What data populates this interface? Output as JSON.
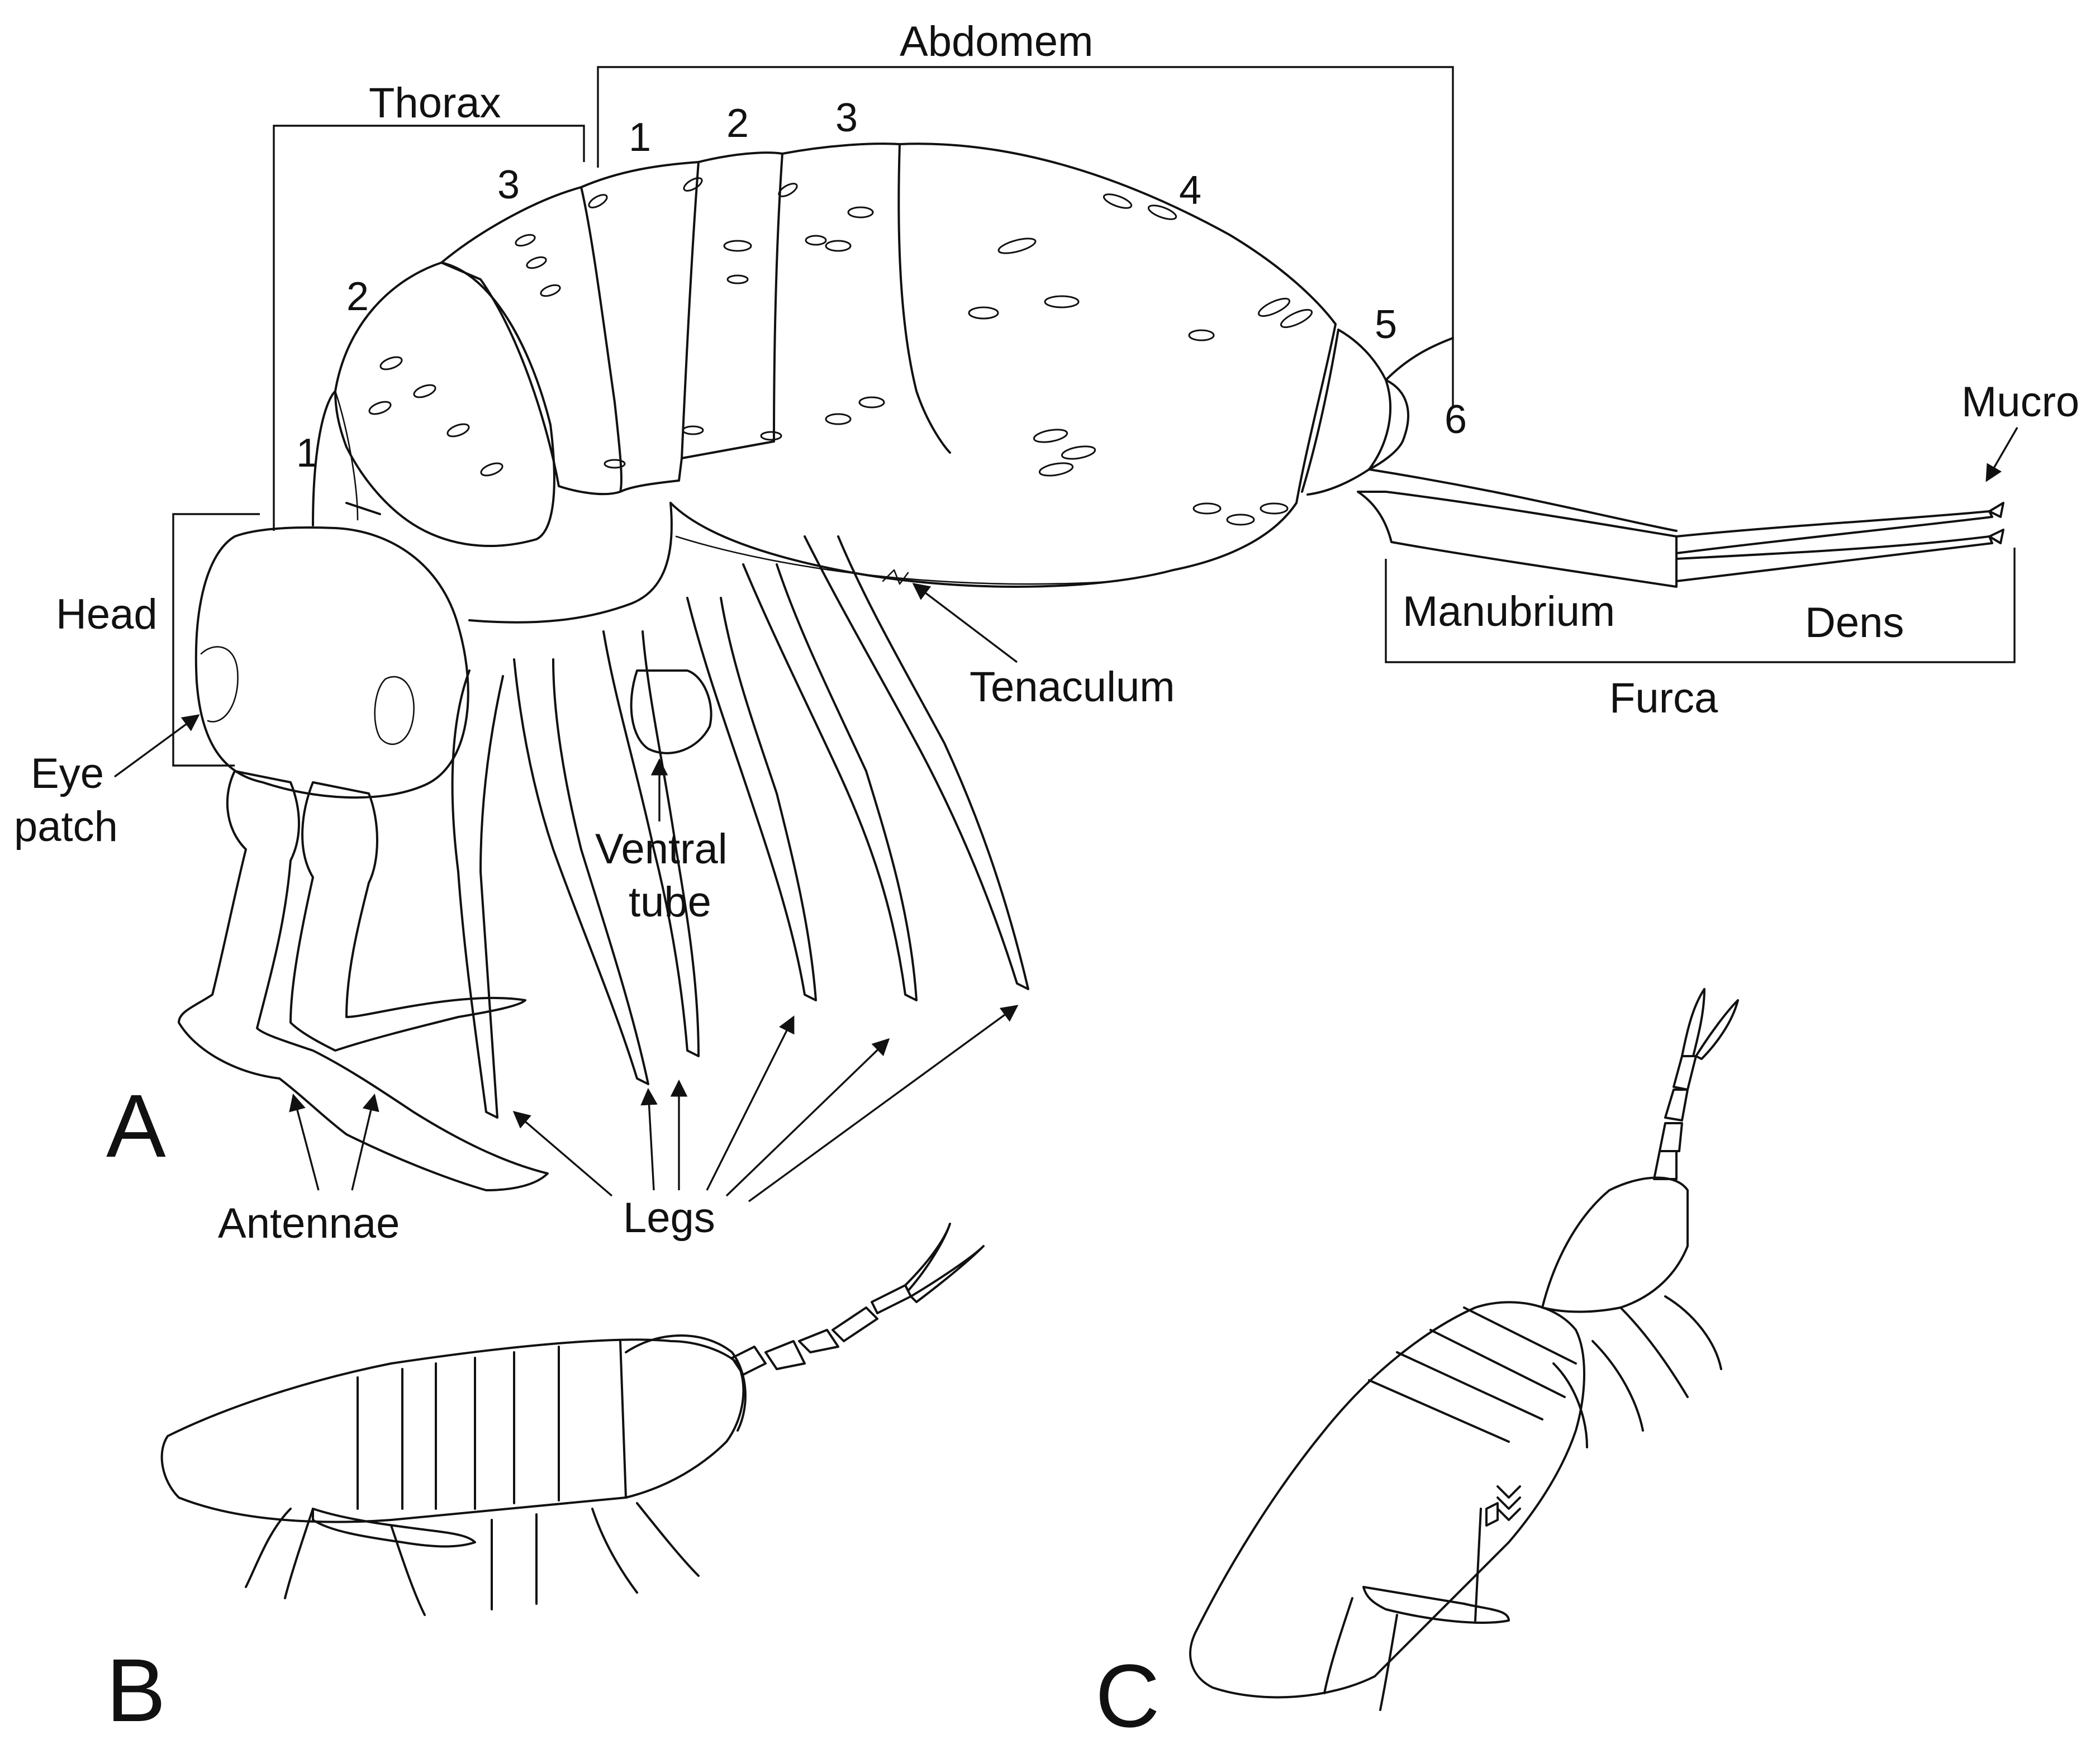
{
  "figure": {
    "panels": {
      "a": "A",
      "b": "B",
      "c": "C"
    },
    "regions": {
      "head": "Head",
      "thorax": "Thorax",
      "abdomen": "Abdomem",
      "furca": "Furca"
    },
    "thoracic_segments": [
      "1",
      "2",
      "3"
    ],
    "abdominal_segments": [
      "1",
      "2",
      "3",
      "4",
      "5",
      "6"
    ],
    "structures": {
      "eye_patch_line1": "Eye",
      "eye_patch_line2": "patch",
      "antennae": "Antennae",
      "legs": "Legs",
      "ventral_tube_line1": "Ventral",
      "ventral_tube_line2": "tube",
      "tenaculum": "Tenaculum",
      "manubrium": "Manubrium",
      "dens": "Dens",
      "mucro": "Mucro"
    }
  }
}
